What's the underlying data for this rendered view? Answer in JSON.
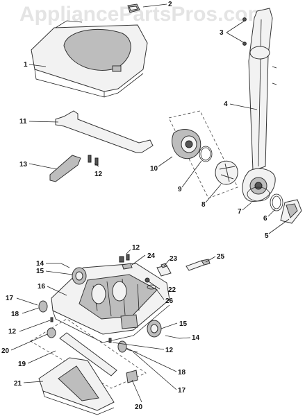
{
  "watermark": "AppliancePartsPros.com",
  "callouts": [
    {
      "id": "c1",
      "label": "1"
    },
    {
      "id": "c2",
      "label": "2"
    },
    {
      "id": "c3",
      "label": "3"
    },
    {
      "id": "c4",
      "label": "4"
    },
    {
      "id": "c5",
      "label": "5"
    },
    {
      "id": "c6",
      "label": "6"
    },
    {
      "id": "c7",
      "label": "7"
    },
    {
      "id": "c8",
      "label": "8"
    },
    {
      "id": "c9",
      "label": "9"
    },
    {
      "id": "c10",
      "label": "10"
    },
    {
      "id": "c11",
      "label": "11"
    },
    {
      "id": "c12a",
      "label": "12"
    },
    {
      "id": "c13",
      "label": "13"
    },
    {
      "id": "c12b",
      "label": "12"
    },
    {
      "id": "c24",
      "label": "24"
    },
    {
      "id": "c23",
      "label": "23"
    },
    {
      "id": "c25",
      "label": "25"
    },
    {
      "id": "c14a",
      "label": "14"
    },
    {
      "id": "c15a",
      "label": "15"
    },
    {
      "id": "c16",
      "label": "16"
    },
    {
      "id": "c22",
      "label": "22"
    },
    {
      "id": "c26",
      "label": "26"
    },
    {
      "id": "c17a",
      "label": "17"
    },
    {
      "id": "c18a",
      "label": "18"
    },
    {
      "id": "c12c",
      "label": "12"
    },
    {
      "id": "c15b",
      "label": "15"
    },
    {
      "id": "c14b",
      "label": "14"
    },
    {
      "id": "c20a",
      "label": "20"
    },
    {
      "id": "c12d",
      "label": "12"
    },
    {
      "id": "c19",
      "label": "19"
    },
    {
      "id": "c18b",
      "label": "18"
    },
    {
      "id": "c21",
      "label": "21"
    },
    {
      "id": "c17b",
      "label": "17"
    },
    {
      "id": "c20b",
      "label": "20"
    }
  ]
}
